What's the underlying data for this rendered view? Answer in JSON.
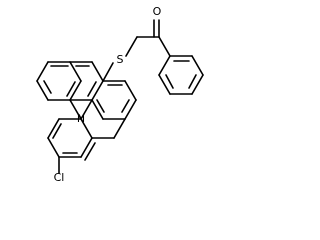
{
  "molecule": {
    "atoms": {
      "nitrogen": "N",
      "sulfur": "S",
      "oxygen": "O",
      "chlorine": "Cl"
    }
  },
  "colors": {
    "bond": "#000000",
    "text": "#000000",
    "background": "#ffffff"
  }
}
